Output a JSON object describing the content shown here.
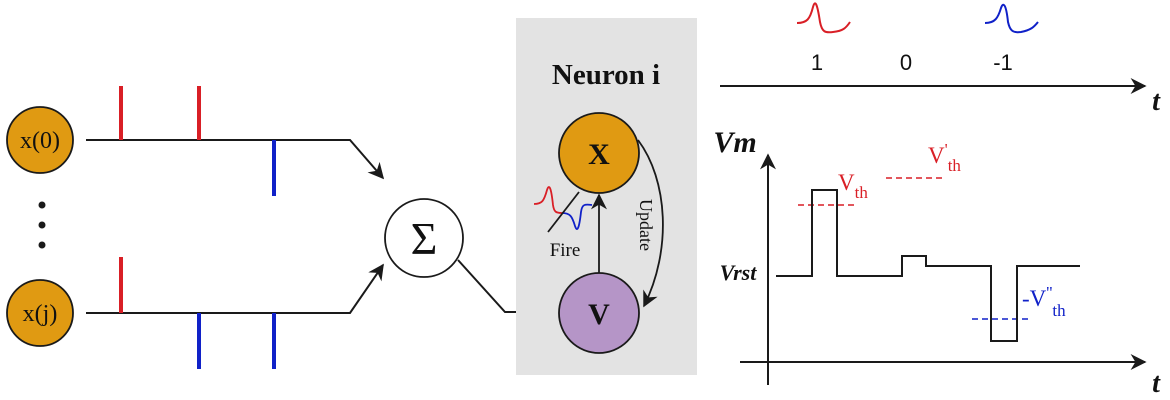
{
  "inputs": [
    {
      "label": "x(0)"
    },
    {
      "label": "x(j)"
    }
  ],
  "ellipsis": "⋮",
  "sum_symbol": "Σ",
  "neuron": {
    "title": "Neuron i",
    "x_label": "X",
    "v_label": "V",
    "fire_label": "Fire",
    "update_label": "Update"
  },
  "spike_legend": {
    "values": [
      "1",
      "0",
      "-1"
    ],
    "axis_label": "t"
  },
  "voltage_plot": {
    "y_axis_label": "Vm",
    "x_axis_label": "t",
    "rest_label": "Vrst",
    "vth_label": {
      "base": "V",
      "sub": "th"
    },
    "vth_prime_label": {
      "base": "V",
      "sup": "'",
      "sub": "th"
    },
    "vth_double_prime_label": {
      "base": "-V",
      "sup": "''",
      "sub": "th"
    }
  },
  "colors": {
    "node_fill": "#E09A12",
    "v_node_fill": "#B595C7",
    "panel_bg": "#E3E3E3",
    "positive_spike": "#D91F26",
    "negative_spike": "#1021C8",
    "line": "#1a1a1a"
  }
}
